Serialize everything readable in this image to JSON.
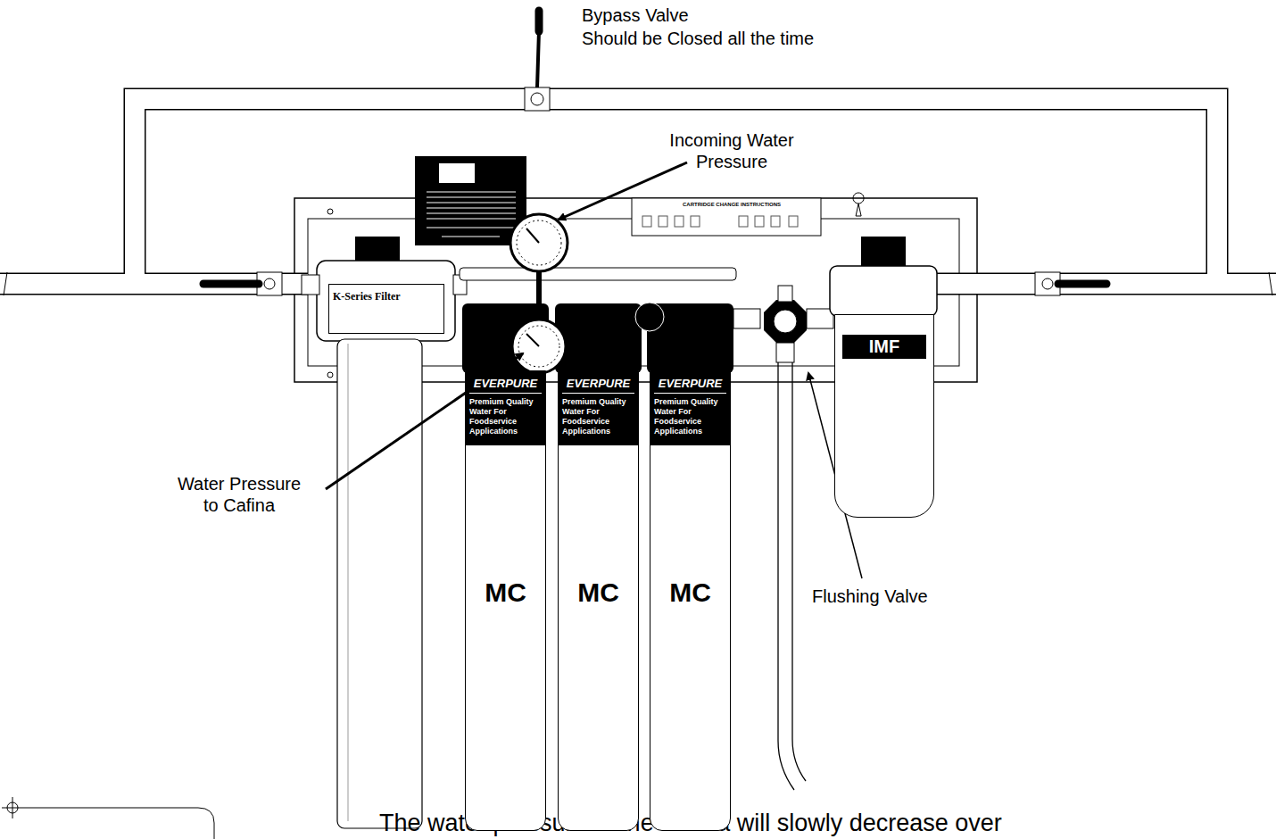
{
  "diagram": {
    "nodes": [
      {
        "text": [
          "K-Series Filter"
        ]
      },
      {
        "text": [
          "EVERPURE",
          "Premium Quality Water For Foodservice Applications",
          "MC"
        ]
      },
      {
        "text": [
          "EVERPURE",
          "Premium Quality Water For Foodservice Applications",
          "MC"
        ]
      },
      {
        "text": [
          "EVERPURE",
          "Premium Quality Water For Foodservice Applications",
          "MC"
        ]
      },
      {
        "text": [
          "IMF"
        ]
      }
    ],
    "labels": [
      "Bypass Valve",
      "Should be Closed all the time",
      "Incoming Water Pressure",
      "CARTRIDGE CHANGE INSTRUCTIONS",
      "Water Pressure to Cafina",
      "Flushing Valve",
      "The water pressure to the Cafina will slowly decrease over"
    ]
  }
}
